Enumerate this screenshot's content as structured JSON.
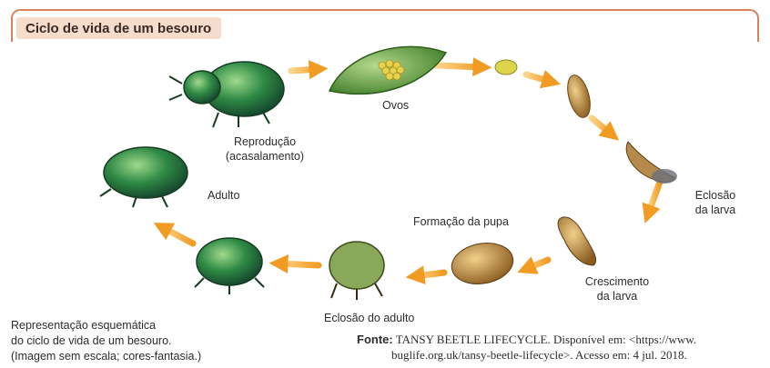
{
  "header": {
    "title": "Ciclo de vida de um besouro"
  },
  "stages": {
    "ovos": "Ovos",
    "reproducao_line1": "Reprodução",
    "reproducao_line2": "(acasalamento)",
    "adulto": "Adulto",
    "eclosao_larva_line1": "Eclosão",
    "eclosao_larva_line2": "da larva",
    "formacao_pupa": "Formação da pupa",
    "crescimento_line1": "Crescimento",
    "crescimento_line2": "da larva",
    "eclosao_adulto": "Eclosão do adulto"
  },
  "caption": {
    "line1": "Representação esquemática",
    "line2": "do ciclo de vida de um besouro.",
    "line3": "(Imagem sem escala; cores-fantasia.)"
  },
  "source": {
    "label": "Fonte:",
    "line1": "TANSY BEETLE LIFECYCLE. Disponível em: <https://www.",
    "line2": "buglife.org.uk/tansy-beetle-lifecycle>. Acesso em: 4 jul. 2018."
  },
  "colors": {
    "arrow": "#f3a533",
    "frame": "#d9825a",
    "title_bg": "#f6dccb",
    "beetle_green": "#2f8a45",
    "leaf": "#5c9b3a",
    "egg": "#e8d24a",
    "larva": "#c58a3a"
  }
}
